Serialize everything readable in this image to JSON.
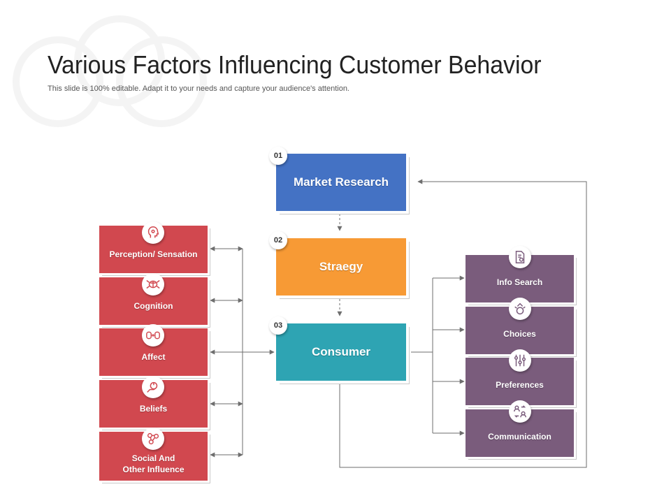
{
  "header": {
    "title": "Various Factors Influencing Customer Behavior",
    "subtitle": "This slide is 100% editable. Adapt it to your needs and capture your audience's attention."
  },
  "center_steps": [
    {
      "number": "01",
      "label": "Market Research",
      "color": "#4472c4"
    },
    {
      "number": "02",
      "label": "Straegy",
      "color": "#f79a35"
    },
    {
      "number": "03",
      "label": "Consumer",
      "color": "#2ea4b3"
    }
  ],
  "left_factors": [
    {
      "label": "Perception/ Sensation",
      "icon": "head-profile-icon"
    },
    {
      "label": "Cognition",
      "icon": "brain-circuit-icon"
    },
    {
      "label": "Affect",
      "icon": "heads-exchange-icon"
    },
    {
      "label": "Beliefs",
      "icon": "hand-power-icon"
    },
    {
      "label": "Social And\nOther Influence",
      "icon": "network-nodes-icon"
    }
  ],
  "right_factors": [
    {
      "label": "Info Search",
      "icon": "document-search-icon"
    },
    {
      "label": "Choices",
      "icon": "ring-choice-icon"
    },
    {
      "label": "Preferences",
      "icon": "sliders-icon"
    },
    {
      "label": "Communication",
      "icon": "people-exchange-icon"
    }
  ],
  "colors": {
    "left_factor": "#d1484f",
    "right_factor": "#7a5c7c",
    "connector": "#6e6e6e"
  }
}
